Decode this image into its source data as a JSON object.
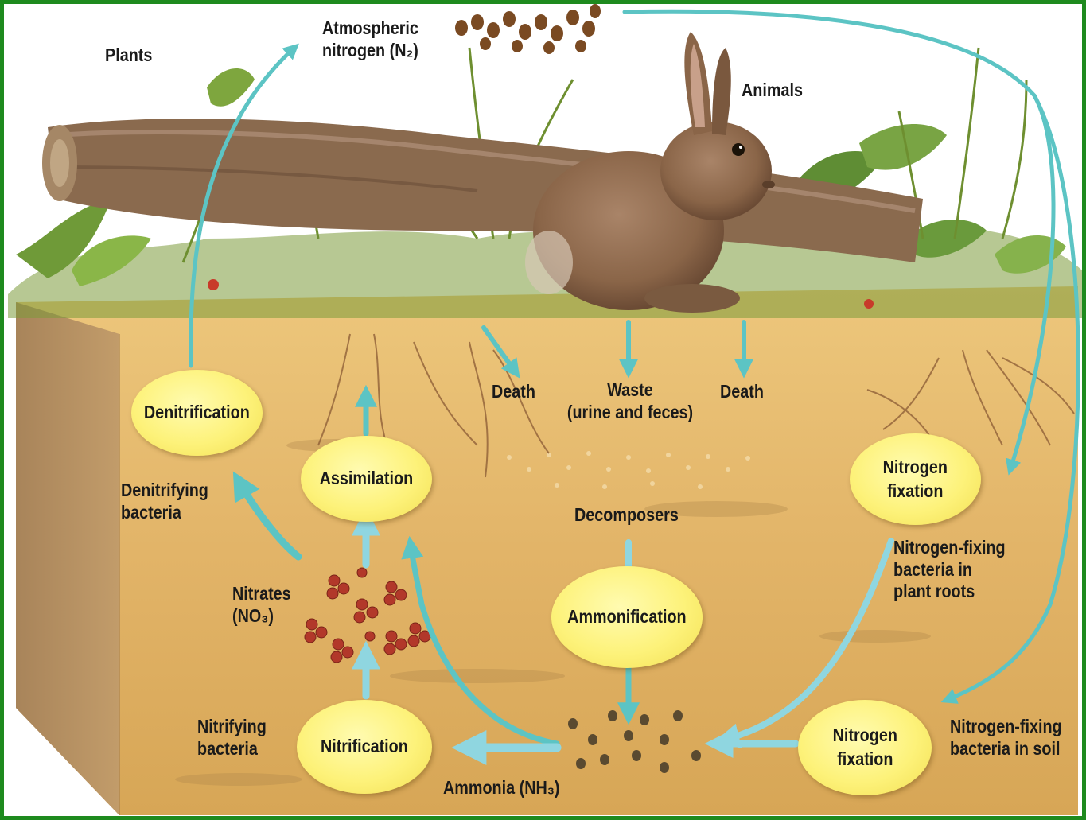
{
  "colors": {
    "frame": "#1e8a1e",
    "arrow": "#5cc4c4",
    "process_oval": "#fdf27a",
    "soil": "#e0b564",
    "nitrate_molecule": "#b2382a",
    "ammonia_particle": "#5a4a30"
  },
  "labels": {
    "plants": "Plants",
    "atmospheric_nitrogen": "Atmospheric\nnitrogen (N₂)",
    "animals": "Animals",
    "death_left": "Death",
    "waste": "Waste\n(urine and feces)",
    "death_right": "Death",
    "denitrifying_bacteria": "Denitrifying\nbacteria",
    "decomposers": "Decomposers",
    "nitrogen_fixing_roots": "Nitrogen-fixing\nbacteria in\nplant roots",
    "nitrates": "Nitrates\n(NO₃)",
    "nitrifying_bacteria": "Nitrifying\nbacteria",
    "ammonia": "Ammonia (NH₃)",
    "nitrogen_fixing_soil": "Nitrogen-fixing\nbacteria in soil"
  },
  "processes": {
    "denitrification": "Denitrification",
    "assimilation": "Assimilation",
    "ammonification": "Ammonification",
    "nitrogen_fixation_roots": "Nitrogen\nfixation",
    "nitrification": "Nitrification",
    "nitrogen_fixation_soil": "Nitrogen\nfixation"
  },
  "icons": [
    "rabbit-icon",
    "plant-icon",
    "log-icon",
    "seed-cluster-icon",
    "nitrate-molecule-icon",
    "ammonia-particle-icon"
  ]
}
